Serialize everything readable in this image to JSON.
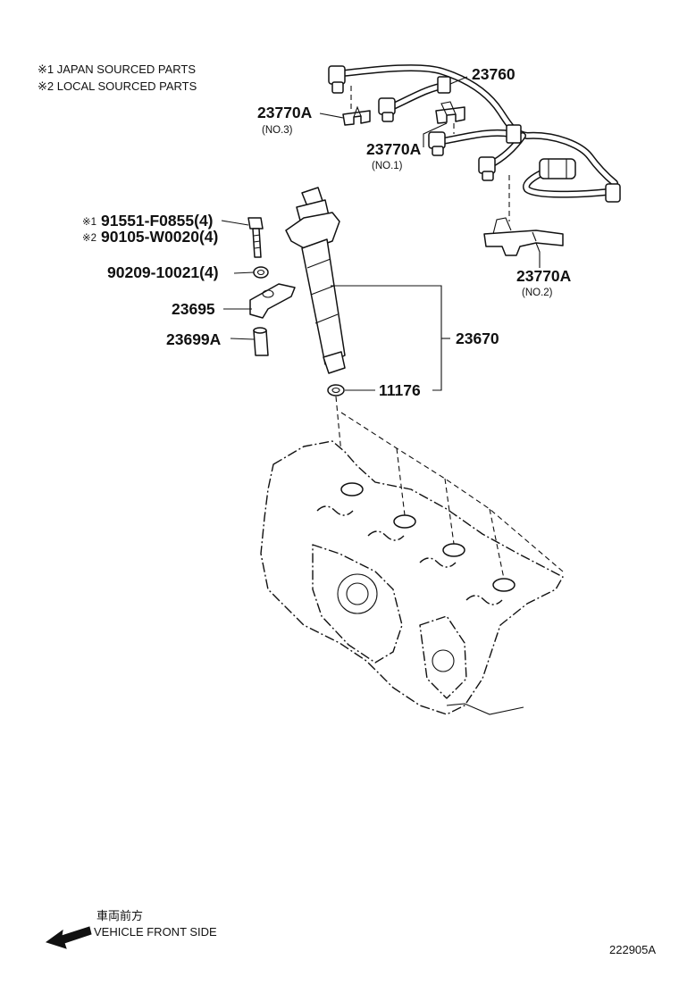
{
  "notes": {
    "note1": "※1 JAPAN SOURCED PARTS",
    "note2": "※2 LOCAL SOURCED PARTS"
  },
  "parts": {
    "harness": "23760",
    "clamp_no3": "23770A",
    "clamp_no3_sub": "(NO.3)",
    "clamp_no1": "23770A",
    "clamp_no1_sub": "(NO.1)",
    "clamp_no2": "23770A",
    "clamp_no2_sub": "(NO.2)",
    "bolt_japan_mark": "※1",
    "bolt_japan": "91551-F0855(4)",
    "bolt_local_mark": "※2",
    "bolt_local": "90105-W0020(4)",
    "washer": "90209-10021(4)",
    "clamp": "23695",
    "collar": "23699A",
    "injector": "23670",
    "gasket": "11176"
  },
  "footer": {
    "direction_jp": "車両前方",
    "direction_en": "VEHICLE FRONT SIDE",
    "diagram_id": "222905A"
  },
  "icons": {
    "arrow": "front-direction-arrow-icon"
  }
}
